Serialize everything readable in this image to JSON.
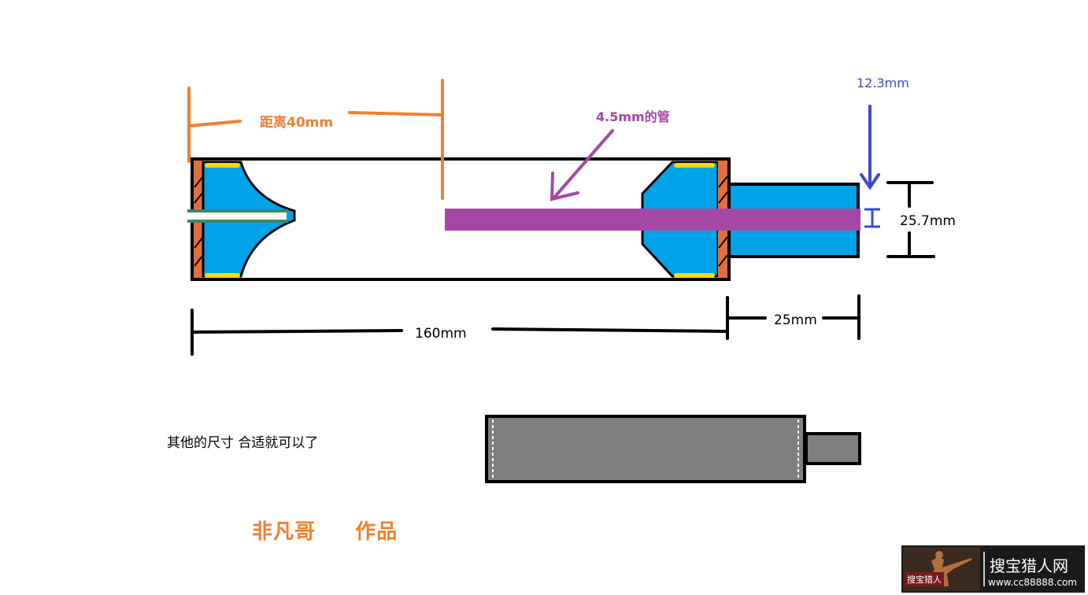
{
  "labels": {
    "distance": "距离40mm",
    "tube": "4.5mm的管",
    "outer_diameter": "12.3mm",
    "inner_diameter": "25.7mm",
    "body_length": "160mm",
    "nozzle_length": "25mm"
  },
  "note": "其他的尺寸  合适就可以了",
  "credit": "非凡哥     作品",
  "watermark": {
    "logo_text": "搜宝猎人",
    "site_name": "搜宝猎人网",
    "url": "www.cc88888.com"
  },
  "colors": {
    "outline": "#000000",
    "baffle": "#00a2e8",
    "tube": "#a349a4",
    "orange_dim": "#f08030",
    "blue_dim": "#3f48cc",
    "end_cap": "#e07040",
    "yellow_seal": "#ffd800",
    "inlet_pipe": "#3a8a6a",
    "gray_body": "#7f7f7f"
  }
}
